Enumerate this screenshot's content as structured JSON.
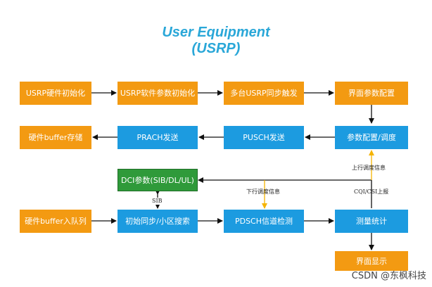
{
  "title": {
    "line1": "User Equipment",
    "line2": "(USRP)"
  },
  "nodes": {
    "usrp_hw_init": "USRP硬件初始化",
    "usrp_sw_param_init": "USRP软件参数初始化",
    "multi_usrp_sync": "多台USRP同步触发",
    "ui_param_config": "界面参数配置",
    "hw_buffer_store": "硬件buffer存储",
    "prach_send": "PRACH发送",
    "pusch_send": "PUSCH发送",
    "param_config_schedule": "参数配置/调度",
    "dci_params": "DCI参数(SIB/DL/UL)",
    "hw_buffer_enqueue": "硬件buffer入队列",
    "initial_sync_cell_search": "初始同步/小区搜索",
    "pdsch_detect": "PDSCH信道检测",
    "measurement_stats": "测量统计",
    "ui_display": "界面显示"
  },
  "edge_labels": {
    "uplink_schedule_info": "上行调度信息",
    "downlink_schedule_info": "下行调度信息",
    "cqi_csi_report": "CQI/CSI上报",
    "sib": "SIB"
  },
  "watermark": "CSDN @东枫科技",
  "colors": {
    "orange": "#f39a12",
    "blue": "#1c9be0",
    "green": "#2f9a3a",
    "title": "#2aa7d8",
    "arrow": "#111111",
    "highlight_arrow": "#f5b400"
  }
}
